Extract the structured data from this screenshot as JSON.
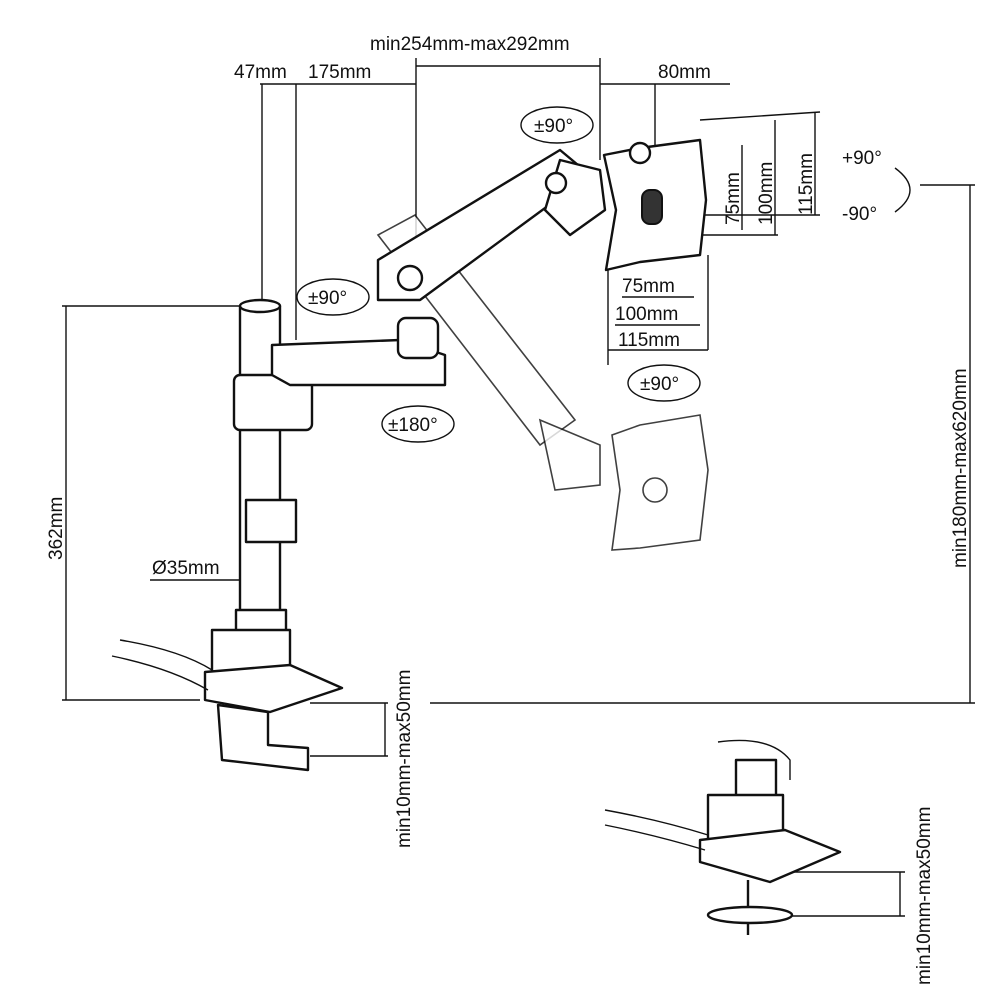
{
  "dimensions": {
    "arm_reach": "min254mm-max292mm",
    "pole_offset": "47mm",
    "lower_arm": "175mm",
    "plate_offset": "80mm",
    "upper_rotation": "±90°",
    "tilt_up": "+90°",
    "tilt_down": "-90°",
    "vesa_v_115": "115mm",
    "vesa_v_100": "100mm",
    "vesa_v_75": "75mm",
    "vesa_h_75": "75mm",
    "vesa_h_100": "100mm",
    "vesa_h_115": "115mm",
    "plate_rotation": "±90°",
    "lower_rotation": "±90°",
    "base_rotation": "±180°",
    "pole_height": "362mm",
    "pole_diameter": "Ø35mm",
    "height_range": "min180mm-max620mm",
    "clamp_range": "min10mm-max50mm",
    "grommet_range": "min10mm-max50mm"
  },
  "colors": {
    "line": "#111111",
    "background": "#ffffff"
  }
}
